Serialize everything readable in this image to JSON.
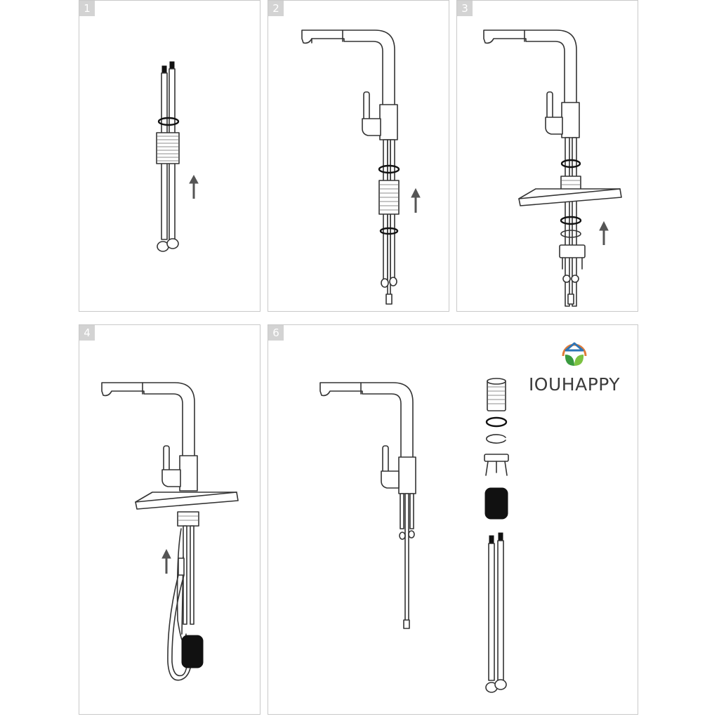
{
  "panels": [
    {
      "number": "1"
    },
    {
      "number": "2"
    },
    {
      "number": "3"
    },
    {
      "number": "4"
    },
    {
      "number": "6"
    }
  ],
  "brand": {
    "name": "IOUHAPPY",
    "logo_colors": {
      "roof": "#2e75b6",
      "leaf_left": "#3a9a3f",
      "leaf_right": "#7cc242",
      "arc": "#e07b39"
    }
  }
}
